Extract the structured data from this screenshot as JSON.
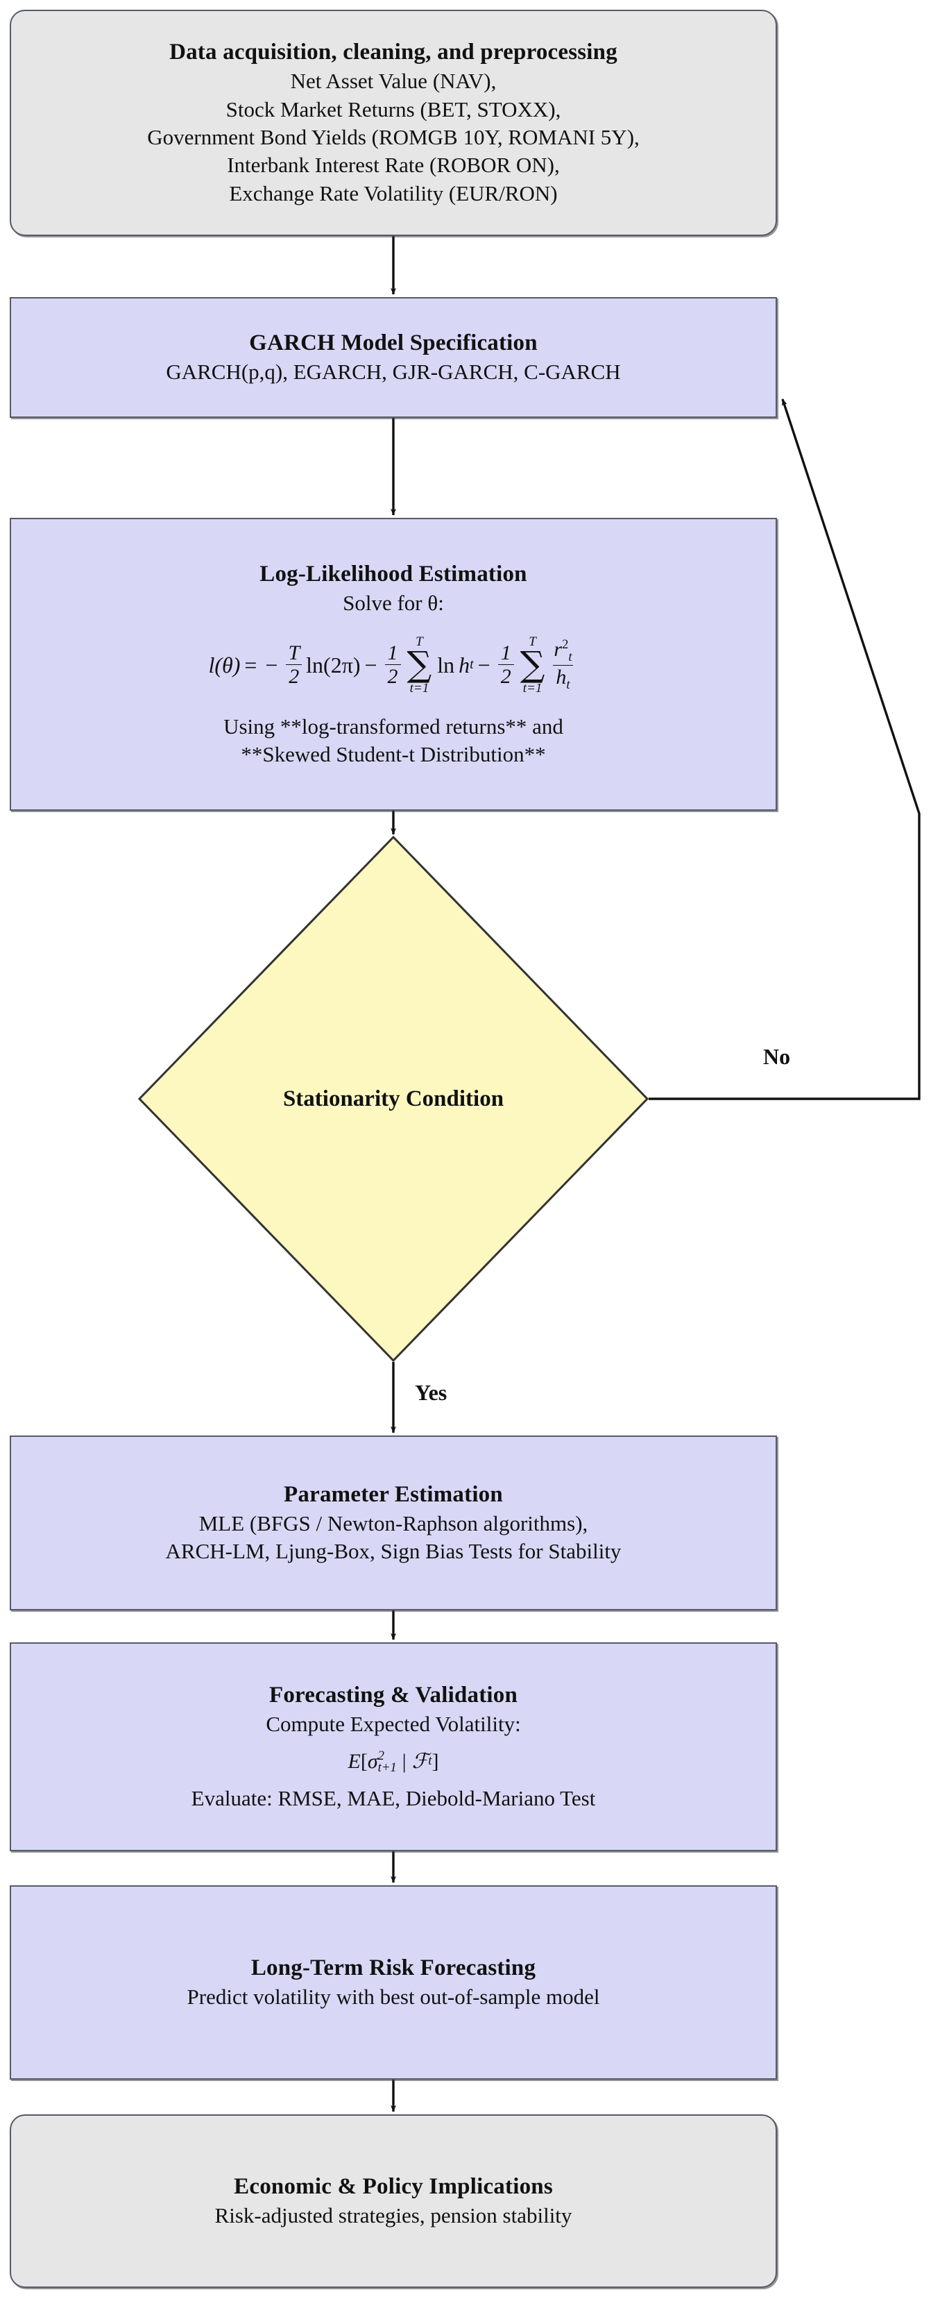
{
  "diagram": {
    "title_semantic": "garch-volatility-modelling-flowchart",
    "colors": {
      "terminal_fill": "#e6e6e6",
      "process_fill": "#d8d8f6",
      "decision_fill": "#fcf8c0",
      "border": "#555a66",
      "text": "#111111"
    },
    "nodes": [
      {
        "id": "data-acquisition",
        "shape": "rounded-rectangle",
        "fill": "terminal",
        "title": "Data acquisition, cleaning, and preprocessing",
        "lines": [
          "Net Asset Value (NAV),",
          "Stock Market Returns (BET, STOXX),",
          "Government Bond Yields (ROMGB 10Y, ROMANI 5Y),",
          "Interbank Interest Rate (ROBOR ON),",
          "Exchange Rate Volatility (EUR/RON)"
        ]
      },
      {
        "id": "garch-model-specification",
        "shape": "rectangle",
        "fill": "process",
        "title": "GARCH Model Specification",
        "lines": [
          "GARCH(p,q), EGARCH, GJR-GARCH, C-GARCH"
        ]
      },
      {
        "id": "log-likelihood-estimation",
        "shape": "rectangle",
        "fill": "process",
        "title": "Log-Likelihood Estimation",
        "lines": [
          "Solve for θ:"
        ],
        "formula_plain": "l(θ) = -T/2 ln(2π) - 1/2 ∑_{t=1}^{T} ln h_t - 1/2 ∑_{t=1}^{T} r_t^2 / h_t",
        "formula_parts": {
          "lhs": "l(θ)",
          "equals": "=",
          "minus1": "−",
          "fracT_num": "T",
          "fracT_den": "2",
          "ln2pi": "ln(2π)",
          "minus2": "−",
          "half_num": "1",
          "half_den": "2",
          "sum_upper": "T",
          "sum_lower": "t=1",
          "lnh": "ln",
          "h_base": "h",
          "h_sub": "t",
          "minus3": "−",
          "r_base": "r",
          "r_sup": "2",
          "r_sub": "t"
        },
        "footer_lines": [
          "Using **log-transformed returns** and",
          "**Skewed Student-t Distribution**"
        ]
      },
      {
        "id": "stationarity-condition",
        "shape": "diamond",
        "fill": "decision",
        "title": "Stationarity Condition"
      },
      {
        "id": "parameter-estimation",
        "shape": "rectangle",
        "fill": "process",
        "title": "Parameter Estimation",
        "lines": [
          "MLE (BFGS / Newton-Raphson algorithms),",
          "ARCH-LM, Ljung-Box, Sign Bias Tests for Stability"
        ]
      },
      {
        "id": "forecasting-validation",
        "shape": "rectangle",
        "fill": "process",
        "title": "Forecasting & Validation",
        "lines": [
          "Compute Expected Volatility:"
        ],
        "formula_plain": "E[σ^2_{t+1} | ℱ_t]",
        "formula_parts": {
          "E": "E",
          "lbracket": "[",
          "sigma": "σ",
          "sigma_sup": "2",
          "sigma_sub": "t+1",
          "bar": "|",
          "script_f": "ℱ",
          "f_sub": "t",
          "rbracket": "]"
        },
        "footer_lines": [
          "Evaluate: RMSE, MAE, Diebold-Mariano Test"
        ]
      },
      {
        "id": "long-term-risk-forecasting",
        "shape": "rectangle",
        "fill": "process",
        "title": "Long-Term Risk Forecasting",
        "lines": [
          "Predict volatility with best out-of-sample model"
        ]
      },
      {
        "id": "economic-policy-implications",
        "shape": "rounded-rectangle",
        "fill": "terminal",
        "title": "Economic & Policy Implications",
        "lines": [
          "Risk-adjusted strategies, pension stability"
        ]
      }
    ],
    "edges": [
      {
        "id": "e1",
        "from": "data-acquisition",
        "to": "garch-model-specification",
        "label": ""
      },
      {
        "id": "e2",
        "from": "garch-model-specification",
        "to": "log-likelihood-estimation",
        "label": ""
      },
      {
        "id": "e3",
        "from": "log-likelihood-estimation",
        "to": "stationarity-condition",
        "label": ""
      },
      {
        "id": "e4",
        "from": "stationarity-condition",
        "to": "parameter-estimation",
        "label": "Yes"
      },
      {
        "id": "e5",
        "from": "stationarity-condition",
        "to": "garch-model-specification",
        "label": "No"
      },
      {
        "id": "e6",
        "from": "parameter-estimation",
        "to": "forecasting-validation",
        "label": ""
      },
      {
        "id": "e7",
        "from": "forecasting-validation",
        "to": "long-term-risk-forecasting",
        "label": ""
      },
      {
        "id": "e8",
        "from": "long-term-risk-forecasting",
        "to": "economic-policy-implications",
        "label": ""
      }
    ]
  }
}
